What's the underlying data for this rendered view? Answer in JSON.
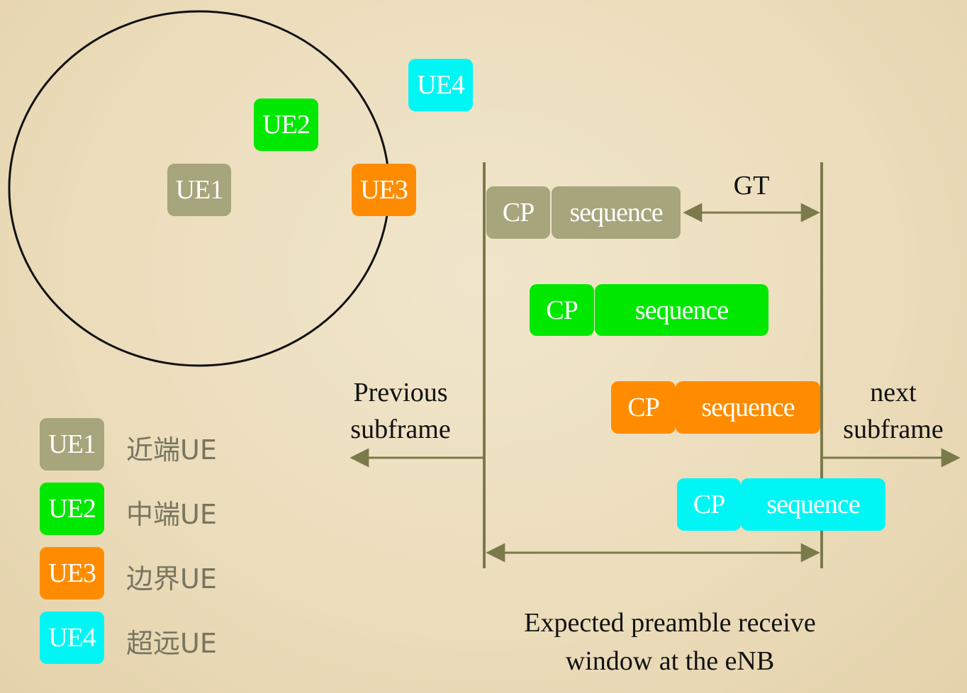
{
  "ue_boxes": {
    "ue1": "UE1",
    "ue2": "UE2",
    "ue3": "UE3",
    "ue4": "UE4"
  },
  "preambles": [
    {
      "cp": "CP",
      "seq": "sequence",
      "color": "#a6a57c"
    },
    {
      "cp": "CP",
      "seq": "sequence",
      "color": "#00e800"
    },
    {
      "cp": "CP",
      "seq": "sequence",
      "color": "#ff8c00"
    },
    {
      "cp": "CP",
      "seq": "sequence",
      "color": "#00f5f5"
    }
  ],
  "labels": {
    "gt": "GT",
    "previous_line1": "Previous",
    "previous_line2": "subframe",
    "next_line1": "next",
    "next_line2": "subframe",
    "window_line1": "Expected preamble receive",
    "window_line2": "window at the eNB"
  },
  "legend": [
    {
      "tag": "UE1",
      "label": "近端UE",
      "color": "#a6a57c"
    },
    {
      "tag": "UE2",
      "label": "中端UE",
      "color": "#00e800"
    },
    {
      "tag": "UE3",
      "label": "边界UE",
      "color": "#ff8c00"
    },
    {
      "tag": "UE4",
      "label": "超远UE",
      "color": "#00f5f5"
    }
  ],
  "colors": {
    "background": "#ebdcba",
    "line": "#7a7a4a",
    "circle": "#111111"
  }
}
